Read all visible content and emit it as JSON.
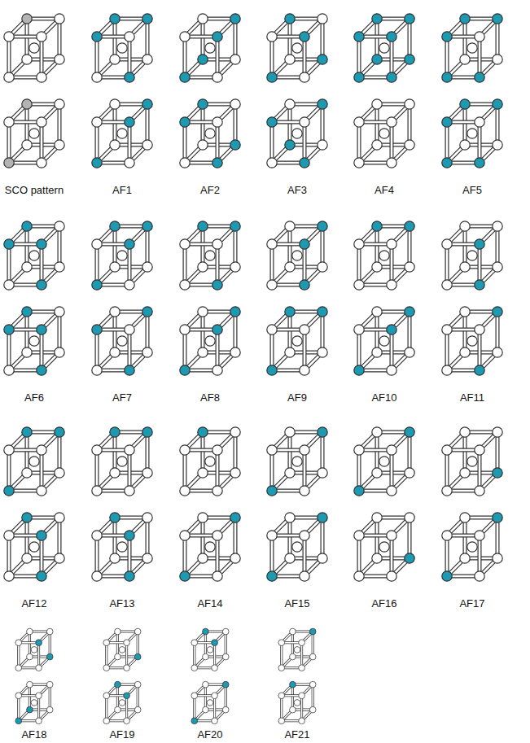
{
  "diagram": {
    "labels": [
      "SCO pattern",
      "AF1",
      "AF2",
      "AF3",
      "AF4",
      "AF5",
      "AF6",
      "AF7",
      "AF8",
      "AF9",
      "AF10",
      "AF11",
      "AF12",
      "AF13",
      "AF14",
      "AF15",
      "AF16",
      "AF17",
      "AF18",
      "AF19",
      "AF20",
      "AF21"
    ]
  }
}
